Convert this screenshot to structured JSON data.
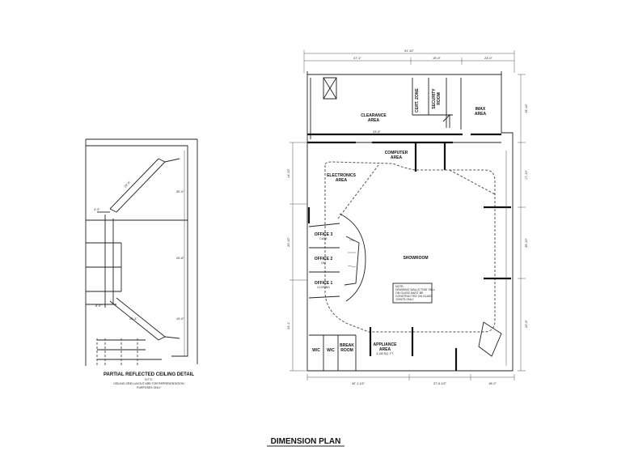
{
  "title": "DIMENSION PLAN",
  "detail": {
    "title": "PARTIAL REFLECTED CEILING DETAIL",
    "scale": "N.T.S.",
    "note_line1": "CEILING GRID LAYOUT ARE FOR REPRESENTATION",
    "note_line2": "PURPOSES ONLY"
  },
  "rooms": {
    "clearance": [
      "CLEARANCE",
      "AREA"
    ],
    "cert_zone": "CERT. ZONE",
    "security": [
      "SECURITY",
      "ROOM"
    ],
    "imax": [
      "IMAX",
      "AREA"
    ],
    "computer": [
      "COMPUTER",
      "AREA"
    ],
    "electronics": [
      "ELECTRONICS",
      "AREA"
    ],
    "showroom": "SHOWROOM",
    "office3": [
      "OFFICE 3",
      "CASE"
    ],
    "office2": [
      "OFFICE 2",
      "GM"
    ],
    "office1": [
      "OFFICE 1",
      "CLOSING"
    ],
    "wc1": "W/C",
    "wc2": "W/C",
    "break_room": [
      "BREAK",
      "ROOM"
    ],
    "appliance": [
      "APPLIANCE",
      "AREA",
      "4,130 SQ. FT."
    ]
  },
  "note": [
    "NOTE:",
    "DEMISING WALLS THAT FALL",
    "ON GLASS MUST BE",
    "CONSTRUCTED ON GLASS",
    "JOINTS ONLY"
  ],
  "dimensions": {
    "overall_top": "91'-10\"",
    "top_1": "47'-1\"",
    "top_2": "19'-9\"",
    "top_3": "23'-0\"",
    "clearance_width": "33'-6\"",
    "bottom_1": "42'-1 1/2\"",
    "bottom_2": "27'-6 1/2\"",
    "bottom_3": "18'-0\"",
    "left_1": "14'-10\"",
    "left_2": "20'-10\"",
    "left_3": "24'-1\"",
    "right_1": "19'-10\"",
    "right_2": "17'-10\"",
    "right_3": "25'-10\"",
    "right_4": "22'-6\""
  }
}
